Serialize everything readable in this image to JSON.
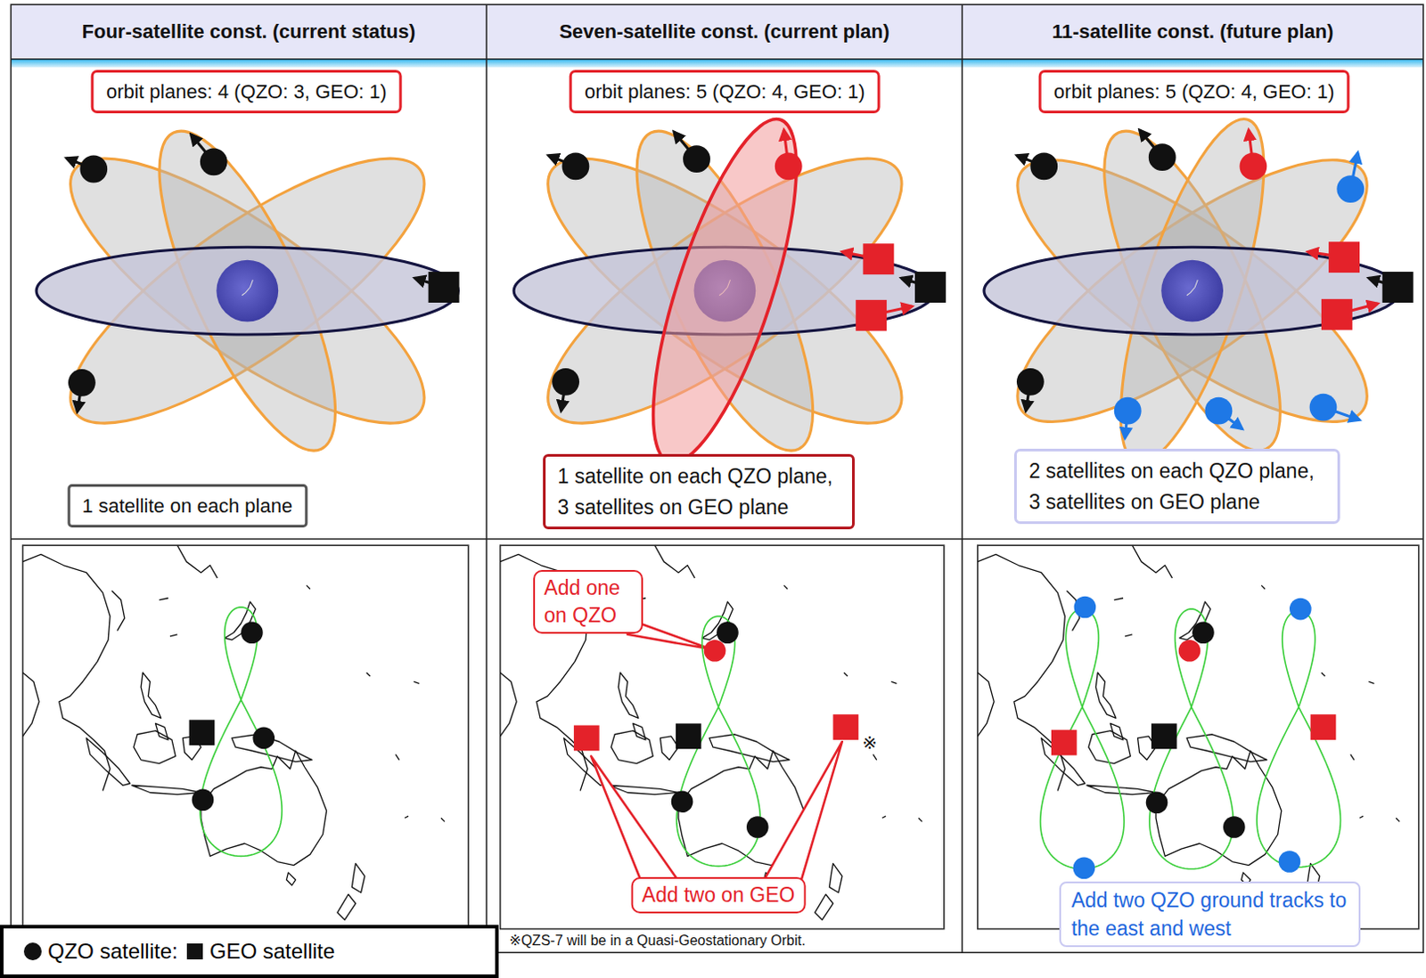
{
  "diagram": {
    "nodes": [
      {
        "text": [
          "Four-satellite const. (current status)"
        ]
      },
      {
        "text": [
          "Seven-satellite const. (current plan)"
        ]
      },
      {
        "text": [
          "11-satellite const. (future plan)"
        ]
      },
      {
        "text": [
          "orbit planes: 4 (QZO: 3, GEO: 1)"
        ]
      },
      {
        "text": [
          "orbit planes: 5 (QZO: 4, GEO: 1)"
        ]
      },
      {
        "text": [
          "orbit planes: 5 (QZO: 4, GEO: 1)"
        ]
      },
      {
        "text": [
          "1 satellite on each plane"
        ]
      },
      {
        "text": [
          "1 satellite on each QZO plane, 3 satellites on GEO plane"
        ]
      },
      {
        "text": [
          "2 satellites on each QZO plane, 3 satellites on GEO plane"
        ]
      },
      {
        "text": [
          "Add one on QZO"
        ]
      },
      {
        "text": [
          "Add two on GEO"
        ]
      },
      {
        "text": [
          "Add two QZO ground tracks to the east and west"
        ]
      }
    ],
    "labels": [
      "※",
      "※QZS-7 will be in a Quasi-Geostationary Orbit."
    ],
    "legend": [
      {
        "text": "QZO satellite:"
      },
      {
        "text": "GEO satellite"
      }
    ]
  }
}
